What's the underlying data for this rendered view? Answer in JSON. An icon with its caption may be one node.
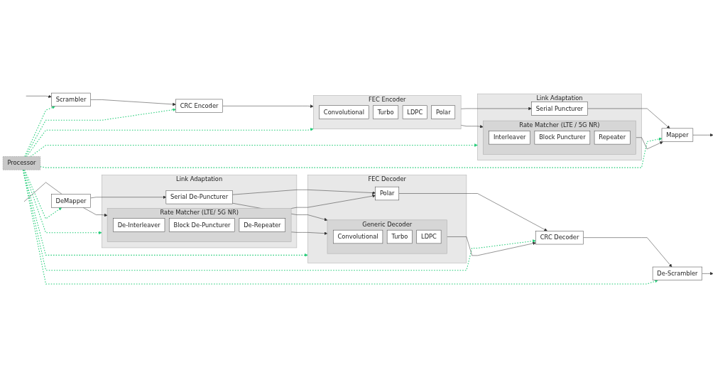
{
  "diagram": {
    "nodes": [
      {
        "text": [
          "Processor"
        ]
      },
      {
        "text": [
          "Scrambler"
        ]
      },
      {
        "text": [
          "CRC Encoder"
        ]
      },
      {
        "text": [
          "FEC Encoder"
        ]
      },
      {
        "text": [
          "Convolutional"
        ],
        "in": 3
      },
      {
        "text": [
          "Turbo"
        ],
        "in": 3
      },
      {
        "text": [
          "LDPC"
        ],
        "in": 3
      },
      {
        "text": [
          "Polar"
        ],
        "in": 3
      },
      {
        "text": [
          "Link Adaptation"
        ]
      },
      {
        "text": [
          "Serial Puncturer"
        ],
        "in": 8
      },
      {
        "text": [
          "Rate Matcher (LTE / 5G NR)"
        ],
        "in": 8
      },
      {
        "text": [
          "Interleaver"
        ],
        "in": 10
      },
      {
        "text": [
          "Block Puncturer"
        ],
        "in": 10
      },
      {
        "text": [
          "Repeater"
        ],
        "in": 10
      },
      {
        "text": [
          "Mapper"
        ]
      },
      {
        "text": [
          "CRC Decoder"
        ]
      },
      {
        "text": [
          "De-Scrambler"
        ]
      },
      {
        "text": [
          "FEC Decoder"
        ]
      },
      {
        "text": [
          "Generic Decoder"
        ],
        "in": 17
      },
      {
        "text": [
          "Convolutional"
        ],
        "in": 18
      },
      {
        "text": [
          "Turbo"
        ],
        "in": 18
      },
      {
        "text": [
          "LDPC"
        ],
        "in": 18
      },
      {
        "text": [
          "Polar"
        ],
        "in": 17
      },
      {
        "text": [
          "Link Adaptation"
        ]
      },
      {
        "text": [
          "Serial De-Puncturer"
        ],
        "in": 23
      },
      {
        "text": [
          "Rate Matcher (LTE/ 5G NR)"
        ],
        "in": 23
      },
      {
        "text": [
          "De-Interleaver"
        ],
        "in": 25
      },
      {
        "text": [
          "Block De-Puncturer"
        ],
        "in": 25
      },
      {
        "text": [
          "De-Repeater"
        ],
        "in": 25
      },
      {
        "text": [
          "DeMapper"
        ]
      }
    ],
    "edges": [
      {
        "from": null,
        "to": 1,
        "arrow": "to"
      },
      {
        "from": 1,
        "to": 2,
        "arrow": "to"
      },
      {
        "from": 2,
        "to": 3,
        "arrow": "to"
      },
      {
        "from": 3,
        "to": 9,
        "arrow": "to"
      },
      {
        "from": 3,
        "to": 10,
        "arrow": "to"
      },
      {
        "from": 9,
        "to": 14,
        "arrow": "to"
      },
      {
        "from": 10,
        "to": 14,
        "arrow": "to"
      },
      {
        "from": 14,
        "to": null,
        "arrow": "to"
      },
      {
        "from": null,
        "to": 29,
        "arrow": "none"
      },
      {
        "from": 29,
        "to": 24,
        "arrow": "to"
      },
      {
        "from": 29,
        "to": 25,
        "arrow": "to"
      },
      {
        "from": 24,
        "to": 18,
        "arrow": "to"
      },
      {
        "from": 24,
        "to": 22,
        "arrow": "to"
      },
      {
        "from": 25,
        "to": 18,
        "arrow": "to"
      },
      {
        "from": 25,
        "to": 22,
        "arrow": "to"
      },
      {
        "from": 18,
        "to": 15,
        "arrow": "to"
      },
      {
        "from": 22,
        "to": 15,
        "arrow": "to"
      },
      {
        "from": 15,
        "to": 16,
        "arrow": "to"
      },
      {
        "from": 16,
        "to": null,
        "arrow": "to"
      },
      {
        "from": 0,
        "to": 1,
        "arrow": "to",
        "style": "dashed",
        "color": "#22cc77"
      },
      {
        "from": 0,
        "to": 2,
        "arrow": "to",
        "style": "dashed",
        "color": "#22cc77"
      },
      {
        "from": 0,
        "to": 3,
        "arrow": "to",
        "style": "dashed",
        "color": "#22cc77"
      },
      {
        "from": 0,
        "to": 8,
        "arrow": "to",
        "style": "dashed",
        "color": "#22cc77"
      },
      {
        "from": 0,
        "to": 14,
        "arrow": "to",
        "style": "dashed",
        "color": "#22cc77"
      },
      {
        "from": 0,
        "to": 15,
        "arrow": "to",
        "style": "dashed",
        "color": "#22cc77"
      },
      {
        "from": 0,
        "to": 16,
        "arrow": "to",
        "style": "dashed",
        "color": "#22cc77"
      },
      {
        "from": 0,
        "to": 17,
        "arrow": "to",
        "style": "dashed",
        "color": "#22cc77"
      },
      {
        "from": 0,
        "to": 23,
        "arrow": "to",
        "style": "dashed",
        "color": "#22cc77"
      },
      {
        "from": 0,
        "to": 29,
        "arrow": "to",
        "style": "dashed",
        "color": "#22cc77"
      }
    ]
  }
}
